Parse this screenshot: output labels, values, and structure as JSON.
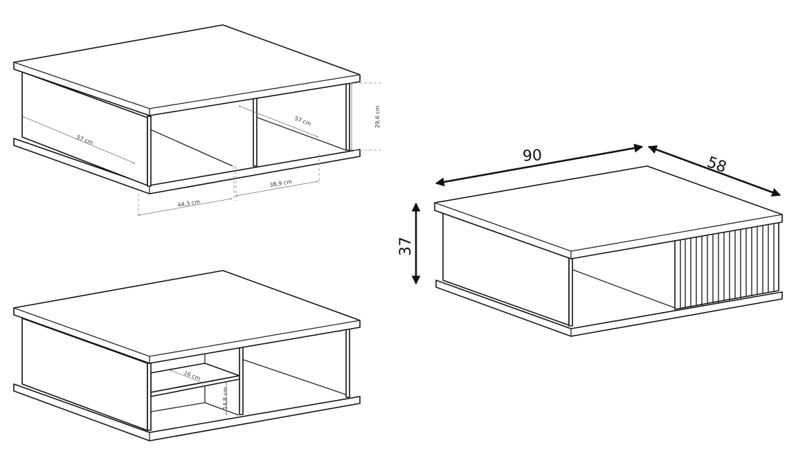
{
  "diagram": {
    "views": [
      {
        "name": "top-left-view",
        "labels": {
          "left_depth": "57 cm",
          "right_depth": "57 cm",
          "height": "29,6 cm",
          "left_width": "44,3 cm",
          "right_width": "38,9 cm"
        }
      },
      {
        "name": "bottom-left-view",
        "labels": {
          "shelf_depth": "16 cm",
          "shelf_height": "14,8 cm"
        }
      },
      {
        "name": "overall-view",
        "labels": {
          "width": "90",
          "depth": "58",
          "height": "37"
        }
      }
    ]
  }
}
